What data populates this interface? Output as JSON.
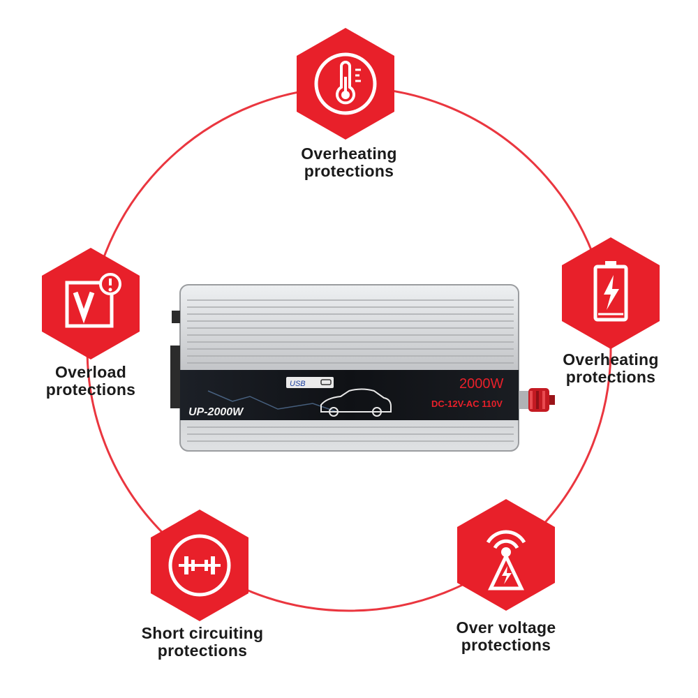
{
  "colors": {
    "accent": "#e8202a",
    "ring": "#e8202a",
    "body": "#c9cacc",
    "panel": "#121418"
  },
  "features": [
    {
      "icon": "thermometer-icon",
      "line1": "Overheating",
      "line2": "protections"
    },
    {
      "icon": "battery-icon",
      "line1": "Overheating",
      "line2": "protections"
    },
    {
      "icon": "signal-tower-icon",
      "line1": "Over voltage",
      "line2": "protections"
    },
    {
      "icon": "circuit-icon",
      "line1": "Short circuiting",
      "line2": "protections"
    },
    {
      "icon": "overload-icon",
      "line1": "Overload",
      "line2": "protections"
    }
  ],
  "device": {
    "model": "UP-2000W",
    "power": "2000W",
    "spec": "DC-12V-AC 110V",
    "usb": "USB"
  }
}
